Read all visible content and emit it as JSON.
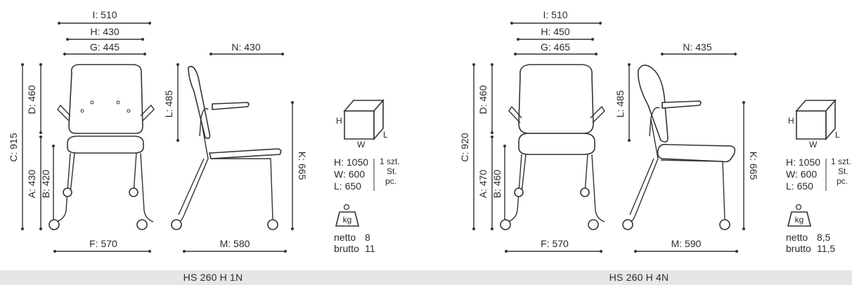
{
  "panels": [
    {
      "model": "HS 260 H 1N",
      "dims": {
        "I": "I: 510",
        "H": "H: 430",
        "G": "G: 445",
        "N": "N: 430",
        "C": "C: 915",
        "D": "D: 460",
        "A": "A: 430",
        "B": "B: 420",
        "L": "L: 485",
        "K": "K: 665",
        "F": "F: 570",
        "M": "M: 580"
      },
      "box": {
        "h_label": "H",
        "w_label": "W",
        "l_label": "L",
        "h": "H: 1050",
        "w": "W: 600",
        "l": "L: 650",
        "qty": "1 szt.",
        "qty2": "St.",
        "qty3": "pc."
      },
      "weight": {
        "icon_label": "kg",
        "netto_label": "netto",
        "netto": "8",
        "brutto_label": "brutto",
        "brutto": "11"
      }
    },
    {
      "model": "HS 260 H 4N",
      "dims": {
        "I": "I: 510",
        "H": "H: 450",
        "G": "G: 465",
        "N": "N: 435",
        "C": "C: 920",
        "D": "D: 460",
        "A": "A: 470",
        "B": "B: 460",
        "L": "L: 485",
        "K": "K: 665",
        "F": "F: 570",
        "M": "M: 590"
      },
      "box": {
        "h_label": "H",
        "w_label": "W",
        "l_label": "L",
        "h": "H: 1050",
        "w": "W: 600",
        "l": "L: 650",
        "qty": "1 szt.",
        "qty2": "St.",
        "qty3": "pc."
      },
      "weight": {
        "icon_label": "kg",
        "netto_label": "netto",
        "netto": "8,5",
        "brutto_label": "brutto",
        "brutto": "11,5"
      }
    }
  ]
}
